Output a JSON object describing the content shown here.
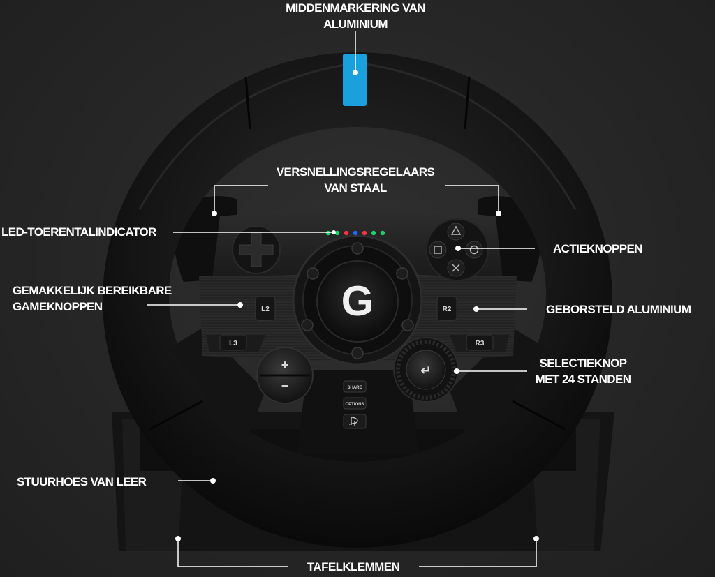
{
  "labels": {
    "center_marker": [
      "MIDDENMARKERING VAN",
      "ALUMINIUM"
    ],
    "paddles": [
      "VERSNELLINGSREGELAARS",
      "VAN STAAL"
    ],
    "rpm_led": "LED-TOERENTALINDICATOR",
    "action_buttons": "ACTIEKNOPPEN",
    "game_buttons": [
      "GEMAKKELIJK BEREIKBARE",
      "GAMEKNOPPEN"
    ],
    "brushed_aluminum": "GEBORSTELD ALUMINIUM",
    "selection_dial": [
      "SELECTIEKNOP",
      "MET 24 STANDEN"
    ],
    "leather_cover": "STUURHOES VAN LEER",
    "table_clamps": "TAFELKLEMMEN"
  },
  "wheel_buttons": {
    "l2": "L2",
    "r2": "R2",
    "l3": "L3",
    "r3": "R3",
    "share": "SHARE",
    "options": "OPTIONS",
    "plus": "+",
    "minus": "−",
    "enter": "↵",
    "logo": "G"
  },
  "icons": {
    "logo": "logitech-g-logo",
    "dpad": "dpad-icon",
    "triangle": "triangle-icon",
    "square": "square-icon",
    "circle": "circle-icon",
    "cross": "cross-icon",
    "playstation": "playstation-icon"
  },
  "colors": {
    "background": "#262626",
    "wheel_leather": "#0d0d0d",
    "center_marker": "#1aa0dc",
    "callout_line": "#ffffff",
    "rpm_leds": [
      "#19d36b",
      "#19d36b",
      "#ff3344",
      "#1e6cff",
      "#ff3344",
      "#19d36b",
      "#19d36b"
    ]
  }
}
